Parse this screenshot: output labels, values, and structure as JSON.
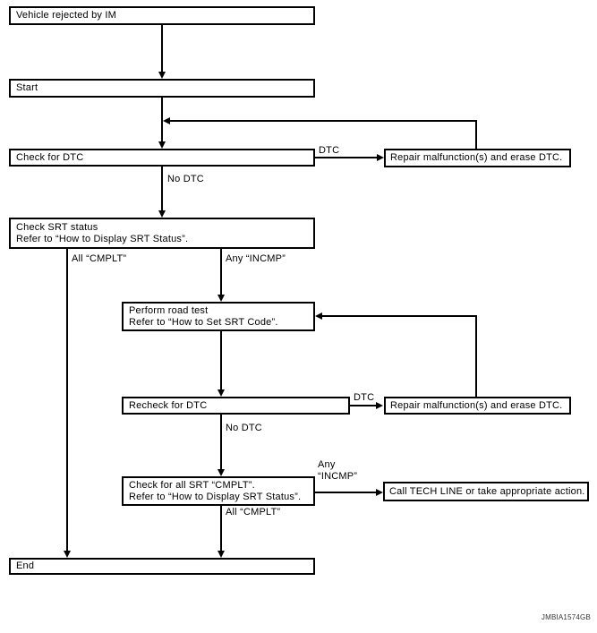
{
  "nodes": {
    "vehicle_rejected": {
      "label": "Vehicle rejected by IM"
    },
    "start": {
      "label": "Start"
    },
    "check_dtc": {
      "label": "Check for DTC"
    },
    "repair_dtc_1": {
      "label": "Repair malfunction(s) and erase DTC."
    },
    "check_srt_status": {
      "line1": "Check SRT status",
      "line2": "Refer to “How to Display SRT Status”."
    },
    "perform_road_test": {
      "line1": "Perform road test",
      "line2": "Refer to “How to Set SRT Code”."
    },
    "recheck_dtc": {
      "label": "Recheck for DTC"
    },
    "repair_dtc_2": {
      "label": "Repair malfunction(s) and erase DTC."
    },
    "check_all_srt_cmplt": {
      "line1": "Check for all SRT “CMPLT”.",
      "line2": "Refer to “How to Display SRT Status”."
    },
    "call_tech_line": {
      "label": "Call TECH LINE or take appropriate action."
    },
    "end": {
      "label": "End"
    }
  },
  "edge_labels": {
    "dtc_top": "DTC",
    "no_dtc_top": "No DTC",
    "all_cmplt_left": "All “CMPLT”",
    "any_incmp_right": "Any “INCMP”",
    "dtc_mid": "DTC",
    "no_dtc_mid": "No DTC",
    "any_incmp_line1": "Any",
    "any_incmp_line2": "“INCMP”",
    "all_cmplt_bottom": "All “CMPLT”"
  },
  "footer": {
    "figure_code": "JMBIA1574GB"
  },
  "colors": {
    "line": "#000000",
    "background": "#ffffff",
    "box_fill": "#ffffff",
    "text": "#000000"
  }
}
